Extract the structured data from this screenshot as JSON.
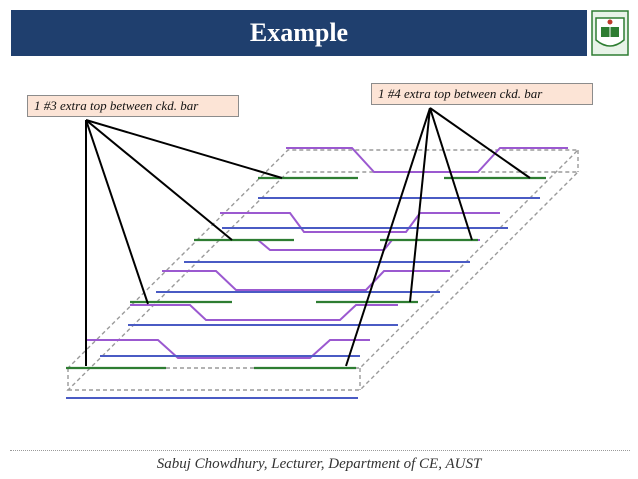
{
  "header": {
    "title": "Example"
  },
  "labels": {
    "left": "1 #3 extra top between ckd. bar",
    "right": "1 #4 extra top between ckd. bar"
  },
  "colors": {
    "header_bg": "#1f3f6e",
    "top_bar": "#2e7d32",
    "bottom_bar": "#4a5bc4",
    "cranked_bar": "#9b59d0",
    "slab_outline": "#9a9a9a",
    "label_bg": "#fce4d6"
  },
  "footer": {
    "text": "Sabuj Chowdhury, Lecturer, Department of CE, AUST"
  }
}
